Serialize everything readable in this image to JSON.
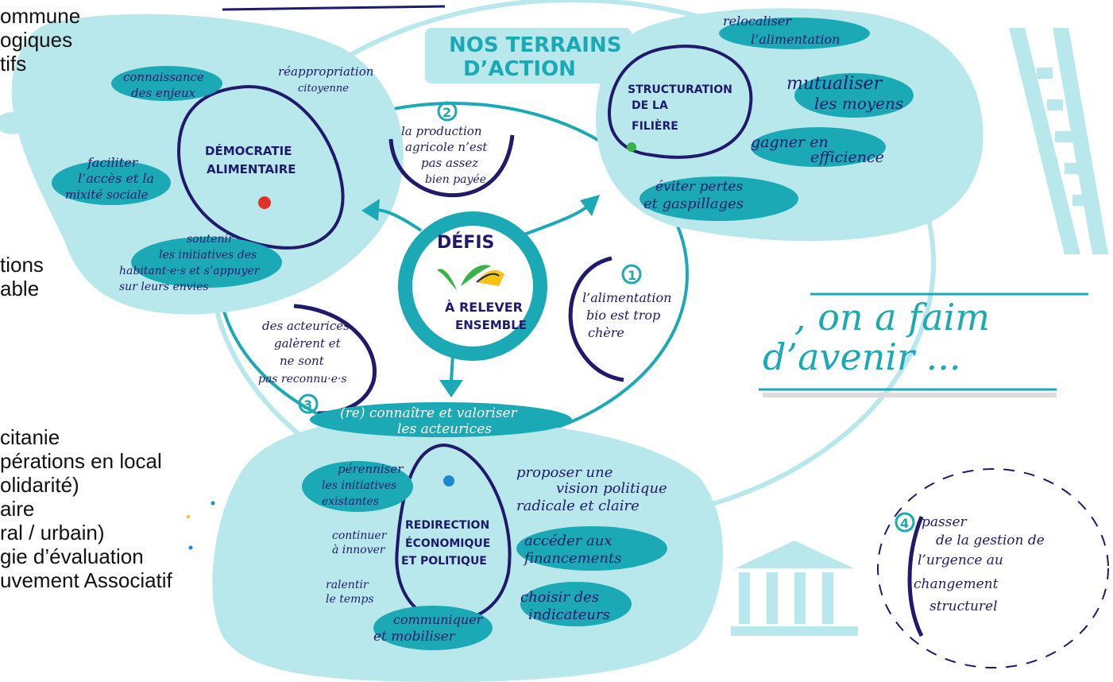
{
  "left_overflow_text": {
    "top": [
      "ommune",
      "ogiques",
      "tifs"
    ],
    "middle": [
      "tions",
      "able"
    ],
    "bottom": [
      "citanie",
      "pérations en local",
      "olidarité)",
      "aire",
      "ral / urbain)",
      "gie d’évaluation",
      "uvement Associatif"
    ]
  },
  "title": {
    "line1": "NOS TERRAINS",
    "line2": "D’ACTION"
  },
  "center": {
    "line1": "DÉFIS",
    "line2": "À RELEVER",
    "line3": "ENSEMBLE"
  },
  "slogan": {
    "line1": ", on a faim",
    "line2": "d’avenir ..."
  },
  "democratie": {
    "title1": "DÉMOCRATIE",
    "title2": "ALIMENTAIRE",
    "items": [
      {
        "l1": "connaissance",
        "l2": "des enjeux"
      },
      {
        "l1": "réappropriation",
        "l2": "citoyenne"
      },
      {
        "l1": "faciliter",
        "l2": "l’accès et la",
        "l3": "mixité sociale"
      },
      {
        "l1": "soutenir",
        "l2": "les initiatives des",
        "l3": "habitant·e·s et s’appuyer",
        "l4": "sur leurs envies"
      }
    ]
  },
  "structuration": {
    "title1": "STRUCTURATION",
    "title2": "DE LA",
    "title3": "FILIÈRE",
    "items": [
      {
        "l1": "relocaliser",
        "l2": "l’alimentation"
      },
      {
        "l1": "mutualiser",
        "l2": "les moyens"
      },
      {
        "l1": "gagner en",
        "l2": "efficience"
      },
      {
        "l1": "éviter pertes",
        "l2": "et gaspillages"
      }
    ]
  },
  "redirection": {
    "title1": "REDIRECTION",
    "title2": "ÉCONOMIQUE",
    "title3": "ET POLITIQUE",
    "header1": "(re) connaître et valoriser",
    "header2": "les acteurices",
    "items": [
      {
        "l1": "pérenniser",
        "l2": "les initiatives",
        "l3": "existantes"
      },
      {
        "l1": "continuer",
        "l2": "à innover"
      },
      {
        "l1": "ralentir",
        "l2": "le temps"
      },
      {
        "l1": "communiquer",
        "l2": "et mobiliser"
      },
      {
        "l1": "proposer une",
        "l2": "vision politique",
        "l3": "radicale et claire"
      },
      {
        "l1": "accéder aux",
        "l2": "financements"
      },
      {
        "l1": "choisir des",
        "l2": "indicateurs"
      }
    ]
  },
  "defis": {
    "d1": {
      "num": "1",
      "l1": "l’alimentation",
      "l2": "bio est trop",
      "l3": "chère"
    },
    "d2": {
      "num": "2",
      "l1": "la production",
      "l2": "agricole n’est",
      "l3": "pas assez",
      "l4": "bien payée"
    },
    "d3": {
      "num": "3",
      "l1": "des acteurices",
      "l2": "galèrent et",
      "l3": "ne sont",
      "l4": "pas reconnu·e·s"
    },
    "d4": {
      "num": "4",
      "l1": "passer",
      "l2": "de la gestion de",
      "l3": "l’urgence au",
      "l4": "changement",
      "l5": "structurel"
    }
  },
  "colors": {
    "teal_light": "#b9e8ec",
    "teal": "#1aa9b5",
    "navy": "#1f1a6b",
    "dot_red": "#e2312b",
    "dot_green": "#3bb34a",
    "dot_blue": "#1b8ad0"
  }
}
